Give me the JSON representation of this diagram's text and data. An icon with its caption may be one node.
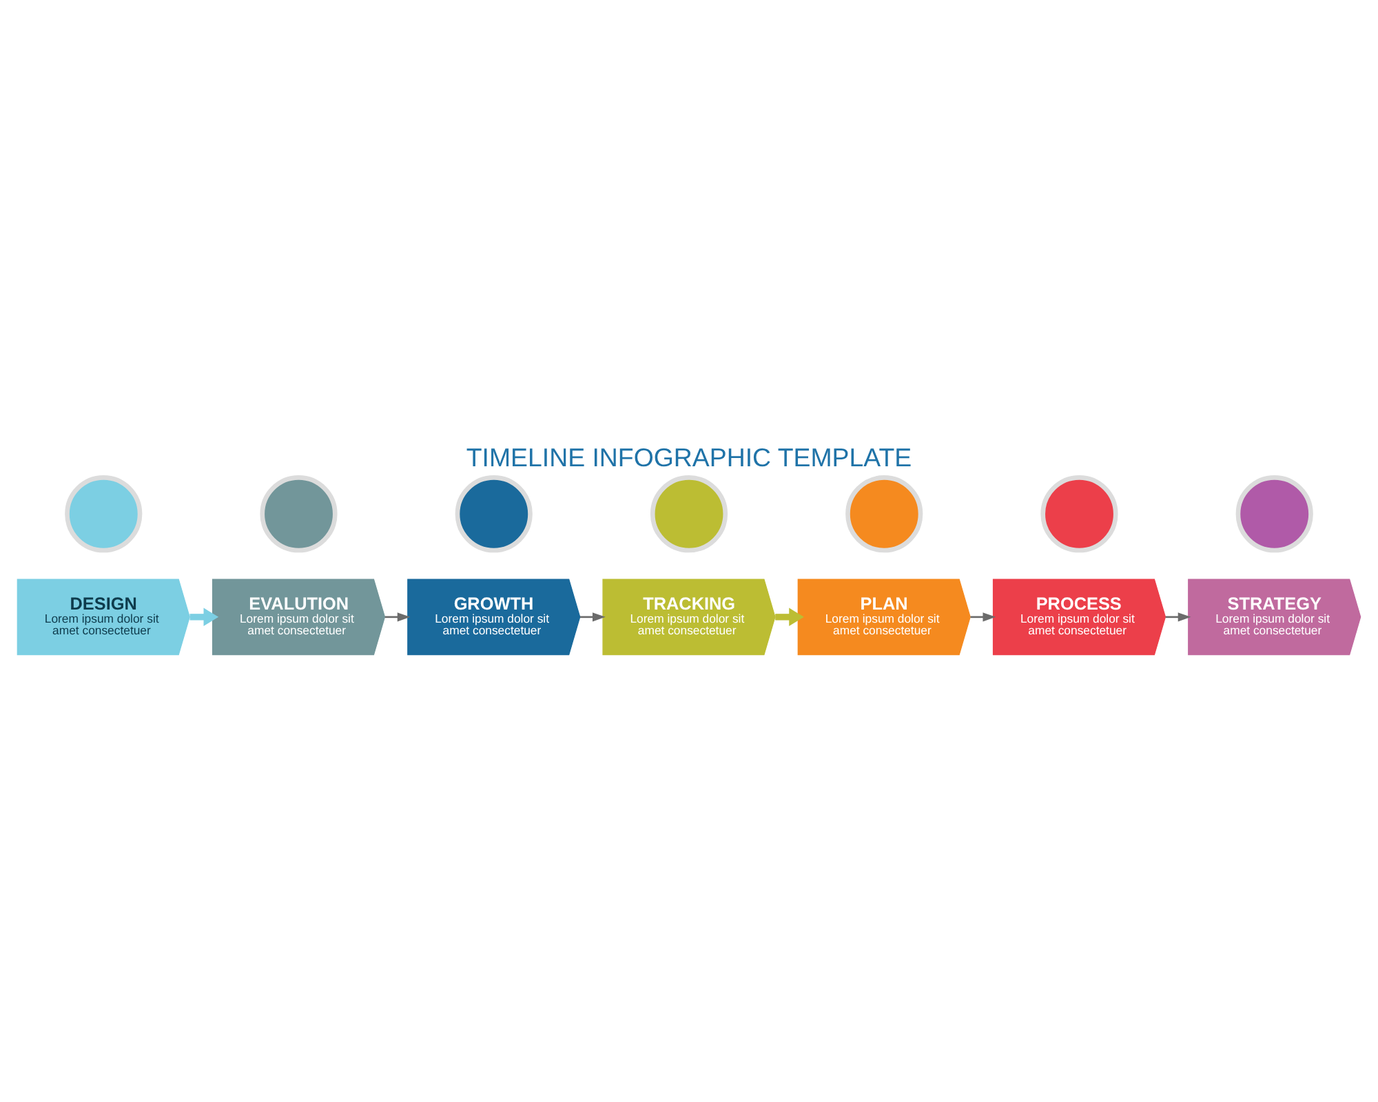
{
  "diagram": {
    "title": "TIMELINE INFOGRAPHIC TEMPLATE",
    "nodes": [
      {
        "text": [],
        "shape": "circle"
      },
      {
        "text": [
          "DESIGN",
          "Lorem ipsum dolor sit amet consectetuer"
        ]
      },
      {
        "text": [],
        "shape": "circle"
      },
      {
        "text": [],
        "shape": "circle"
      },
      {
        "text": [],
        "shape": "circle"
      },
      {
        "text": [
          "TRACKING",
          "Lorem ipsum dolor sit amet consectetuer"
        ]
      },
      {
        "text": [
          "GROWTH",
          "Lorem ipsum dolor sit amet consectetuer"
        ]
      },
      {
        "text": [
          "EVALUTION",
          "Lorem ipsum dolor sit amet consectetuer"
        ]
      },
      {
        "text": [],
        "shape": "circle"
      },
      {
        "text": [],
        "shape": "circle"
      },
      {
        "text": [],
        "shape": "circle"
      },
      {
        "text": [
          "PLAN",
          "Lorem ipsum dolor sit amet consectetuer"
        ]
      },
      {
        "text": [
          "PROCESS",
          "Lorem ipsum dolor sit amet consectetuer"
        ]
      },
      {
        "text": [
          "STRATEGY",
          "Lorem ipsum dolor sit amet consectetuer"
        ]
      }
    ],
    "edges": [
      {
        "from": 1,
        "to": 7,
        "arrow": "to",
        "style": "thick",
        "color": "#7ccfe3"
      },
      {
        "from": 7,
        "to": 6,
        "arrow": "to"
      },
      {
        "from": 6,
        "to": 5,
        "arrow": "to"
      },
      {
        "from": 5,
        "to": 11,
        "arrow": "to",
        "style": "thick",
        "color": "#bcbd33"
      },
      {
        "from": 11,
        "to": 12,
        "arrow": "to"
      },
      {
        "from": 12,
        "to": 13,
        "arrow": "to"
      }
    ]
  }
}
